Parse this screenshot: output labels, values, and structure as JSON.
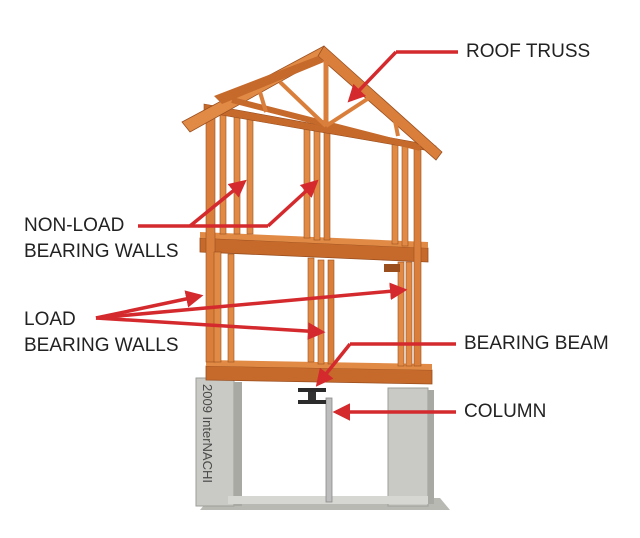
{
  "labels": {
    "roof_truss": "ROOF TRUSS",
    "non_load_line1": "NON-LOAD",
    "non_load_line2": "BEARING WALLS",
    "load_line1": "LOAD",
    "load_line2": "BEARING WALLS",
    "bearing_beam": "BEARING BEAM",
    "column": "COLUMN"
  },
  "watermark": "2009 InterNACHI",
  "colors": {
    "arrow": "#d42a2e",
    "wood_light": "#e08a45",
    "wood_mid": "#c66a2c",
    "wood_dark": "#9a4e1e",
    "concrete_light": "#c9c9c5",
    "concrete_dark": "#a9a9a4",
    "steel": "#333333"
  }
}
